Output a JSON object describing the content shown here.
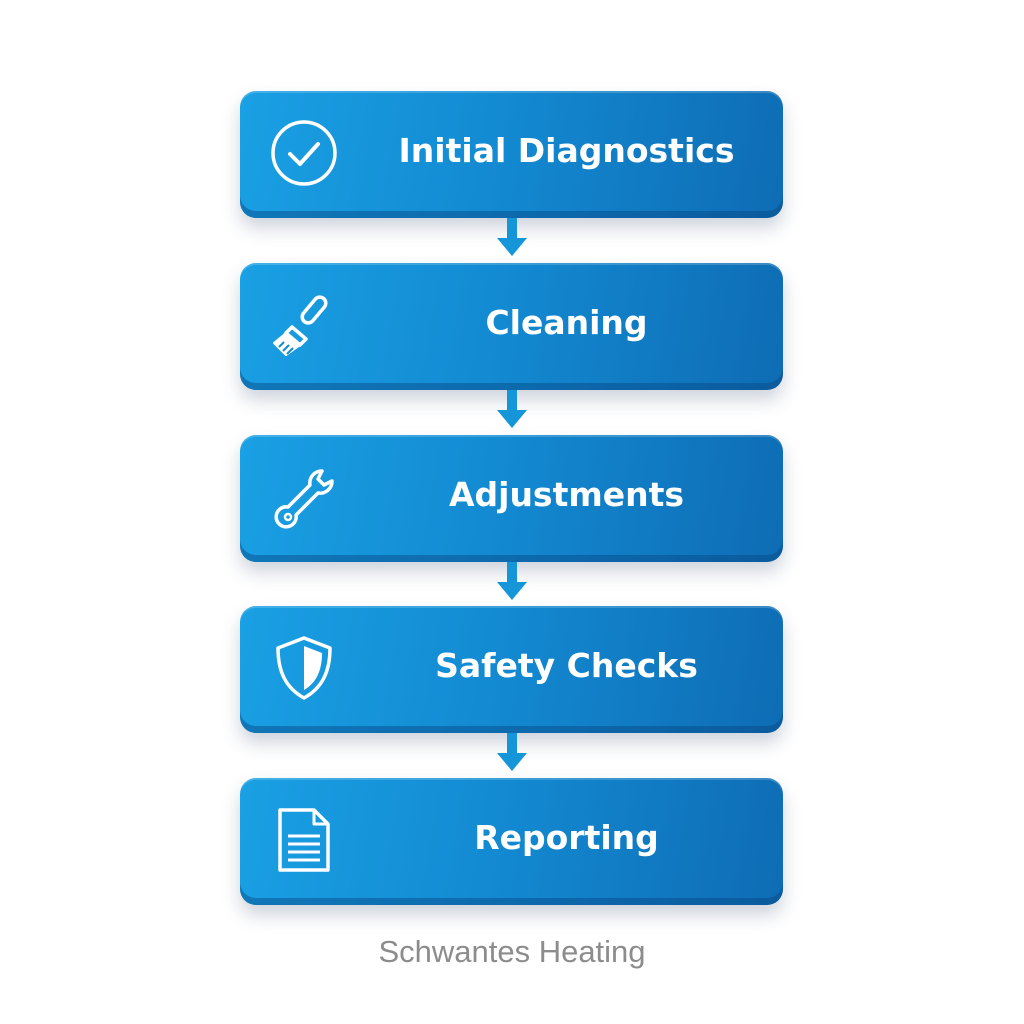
{
  "steps": [
    {
      "label": "Initial Diagnostics",
      "icon": "check-circle-icon"
    },
    {
      "label": "Cleaning",
      "icon": "brush-icon"
    },
    {
      "label": "Adjustments",
      "icon": "wrench-icon"
    },
    {
      "label": "Safety Checks",
      "icon": "shield-icon"
    },
    {
      "label": "Reporting",
      "icon": "document-icon"
    }
  ],
  "footer": {
    "text": "Schwantes Heating"
  },
  "colors": {
    "box_light": "#1aa0e4",
    "box_dark": "#0e6cb4",
    "arrow": "#1596d8",
    "text": "#ffffff",
    "footer_text": "#8c8c8c"
  }
}
